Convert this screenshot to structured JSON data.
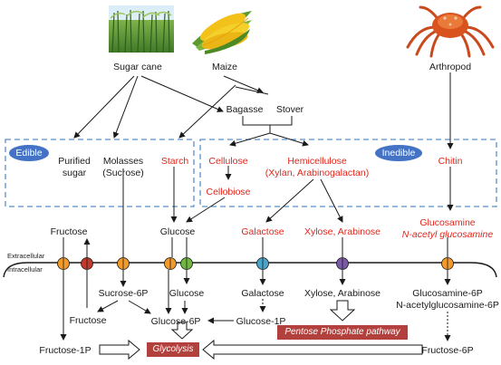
{
  "sources": {
    "sugar_cane": "Sugar cane",
    "maize": "Maize",
    "arthropod": "Arthropod"
  },
  "biomass": {
    "bagasse": "Bagasse",
    "stover": "Stover",
    "purified_sugar_line1": "Purified",
    "purified_sugar_line2": "sugar",
    "molasses_line1": "Molasses",
    "molasses_line2": "(Sucrose)",
    "starch": "Starch",
    "cellulose": "Cellulose",
    "cellobiose": "Cellobiose",
    "hemicellulose_line1": "Hemicellulose",
    "hemicellulose_line2": "(Xylan, Arabinogalactan)",
    "chitin": "Chitin"
  },
  "groups": {
    "edible": "Edible",
    "inedible": "Inedible"
  },
  "extracellular": {
    "fructose": "Fructose",
    "glucose": "Glucose",
    "galactose": "Galactose",
    "xylose_arabinose": "Xylose, Arabinose",
    "glucosamine": "Glucosamine",
    "n_acetyl_glucosamine": "N-acetyl glucosamine"
  },
  "membrane": {
    "extracellular": "Extracellular",
    "intracellular": "Intracellular"
  },
  "intracellular": {
    "sucrose_6p": "Sucrose-6P",
    "fructose": "Fructose",
    "glucose": "Glucose",
    "galactose": "Galactose",
    "xylose_arabinose": "Xylose, Arabinose",
    "glucosamine_6p": "Glucosamine-6P",
    "n_acetylglucosamine_6p": "N-acetylglucosamine-6P",
    "glucose_6p": "Glucose-6P",
    "glucose_1p": "Glucose-1P",
    "fructose_1p": "Fructose-1P",
    "fructose_6p": "Fructose-6P"
  },
  "pathways": {
    "glycolysis": "Glycolysis",
    "pentose_phosphate": "Pentose Phosphate pathway"
  },
  "colors": {
    "product_text": "#e0261b",
    "group_pill": "#4472c4",
    "pathway_box": "#b2403d",
    "dashed_box": "#5b8fc9",
    "transporter_orange": "#f39a2b",
    "transporter_red": "#c0392b",
    "transporter_green": "#6fb83f",
    "transporter_teal": "#4aa3c9",
    "transporter_purple": "#7b5aa6"
  }
}
